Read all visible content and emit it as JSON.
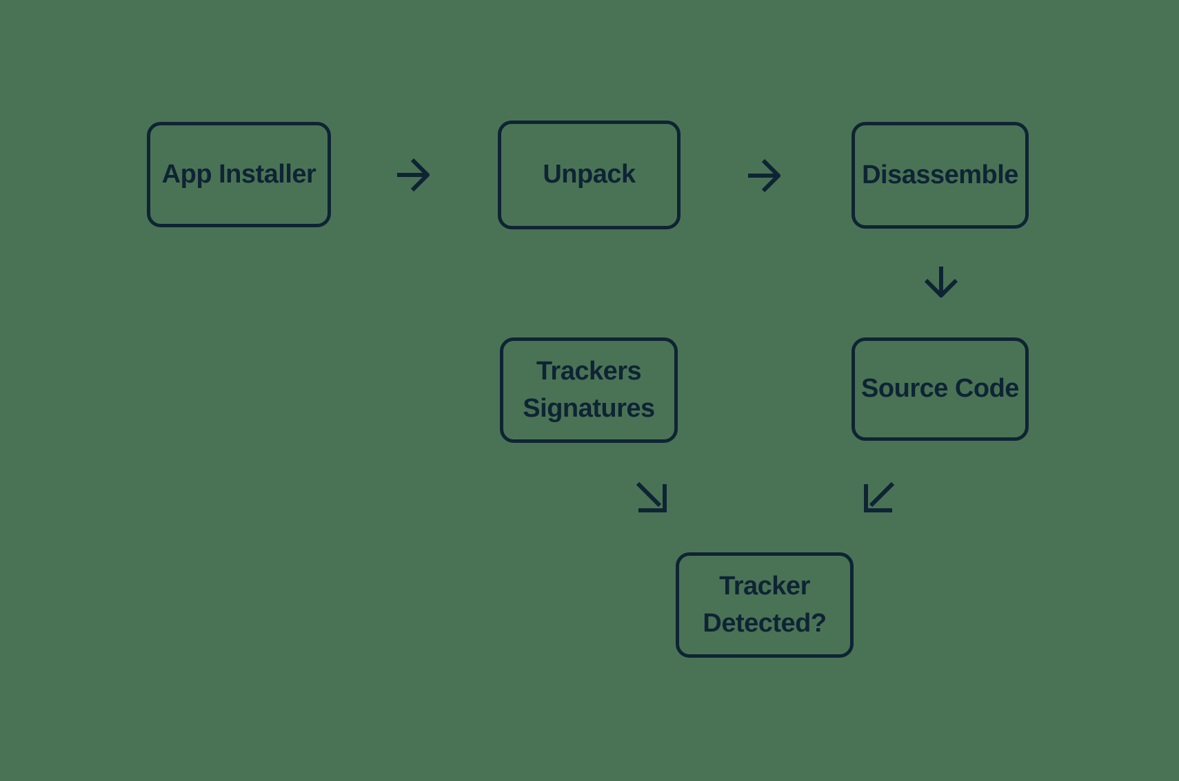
{
  "colors": {
    "background": "#4A7355",
    "ink": "#0E2434"
  },
  "nodes": [
    {
      "id": "app-installer",
      "label": "App Installer"
    },
    {
      "id": "unpack",
      "label": "Unpack"
    },
    {
      "id": "disassemble",
      "label": "Disassemble"
    },
    {
      "id": "trackers-signatures",
      "label": "Trackers Signatures"
    },
    {
      "id": "source-code",
      "label": "Source Code"
    },
    {
      "id": "tracker-detected",
      "label": "Tracker Detected?"
    }
  ],
  "arrows": [
    {
      "id": "arrow-installer-to-unpack",
      "direction": "right",
      "from": "App Installer",
      "to": "Unpack"
    },
    {
      "id": "arrow-unpack-to-disassemble",
      "direction": "right",
      "from": "Unpack",
      "to": "Disassemble"
    },
    {
      "id": "arrow-disassemble-to-source",
      "direction": "down",
      "from": "Disassemble",
      "to": "Source Code"
    },
    {
      "id": "arrow-signatures-to-detected",
      "direction": "down-right",
      "from": "Trackers Signatures",
      "to": "Tracker Detected?"
    },
    {
      "id": "arrow-source-to-detected",
      "direction": "down-left",
      "from": "Source Code",
      "to": "Tracker Detected?"
    }
  ]
}
